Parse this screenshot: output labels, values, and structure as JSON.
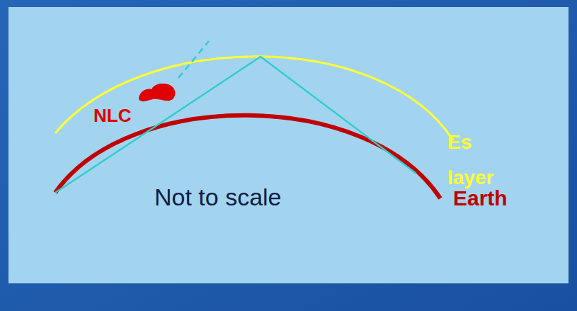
{
  "diagram": {
    "labels": [
      "NLC",
      "Es layer",
      "Earth",
      "Not to scale"
    ]
  }
}
